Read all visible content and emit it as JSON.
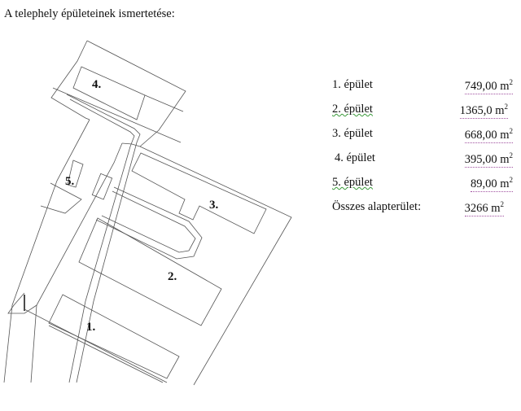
{
  "title": "A telephely épületeinek ismertetése:",
  "plan": {
    "labels": [
      "4.",
      "5.",
      "3.",
      "2.",
      "1."
    ]
  },
  "buildings": [
    {
      "name": "1. épület",
      "area": "749,00",
      "unit": "m",
      "exp": "2"
    },
    {
      "name": "2. épület",
      "area": "1365,0",
      "unit": "m",
      "exp": "2"
    },
    {
      "name": "3. épület",
      "area": "668,00",
      "unit": "m",
      "exp": "2"
    },
    {
      "name": "4. épület",
      "area": "395,00",
      "unit": "m",
      "exp": "2"
    },
    {
      "name": "5. épület",
      "area": "89,00",
      "unit": "m",
      "exp": "2"
    }
  ],
  "total": {
    "name": "Összes alapterület:",
    "area": "3266",
    "unit": "m",
    "exp": "2"
  }
}
